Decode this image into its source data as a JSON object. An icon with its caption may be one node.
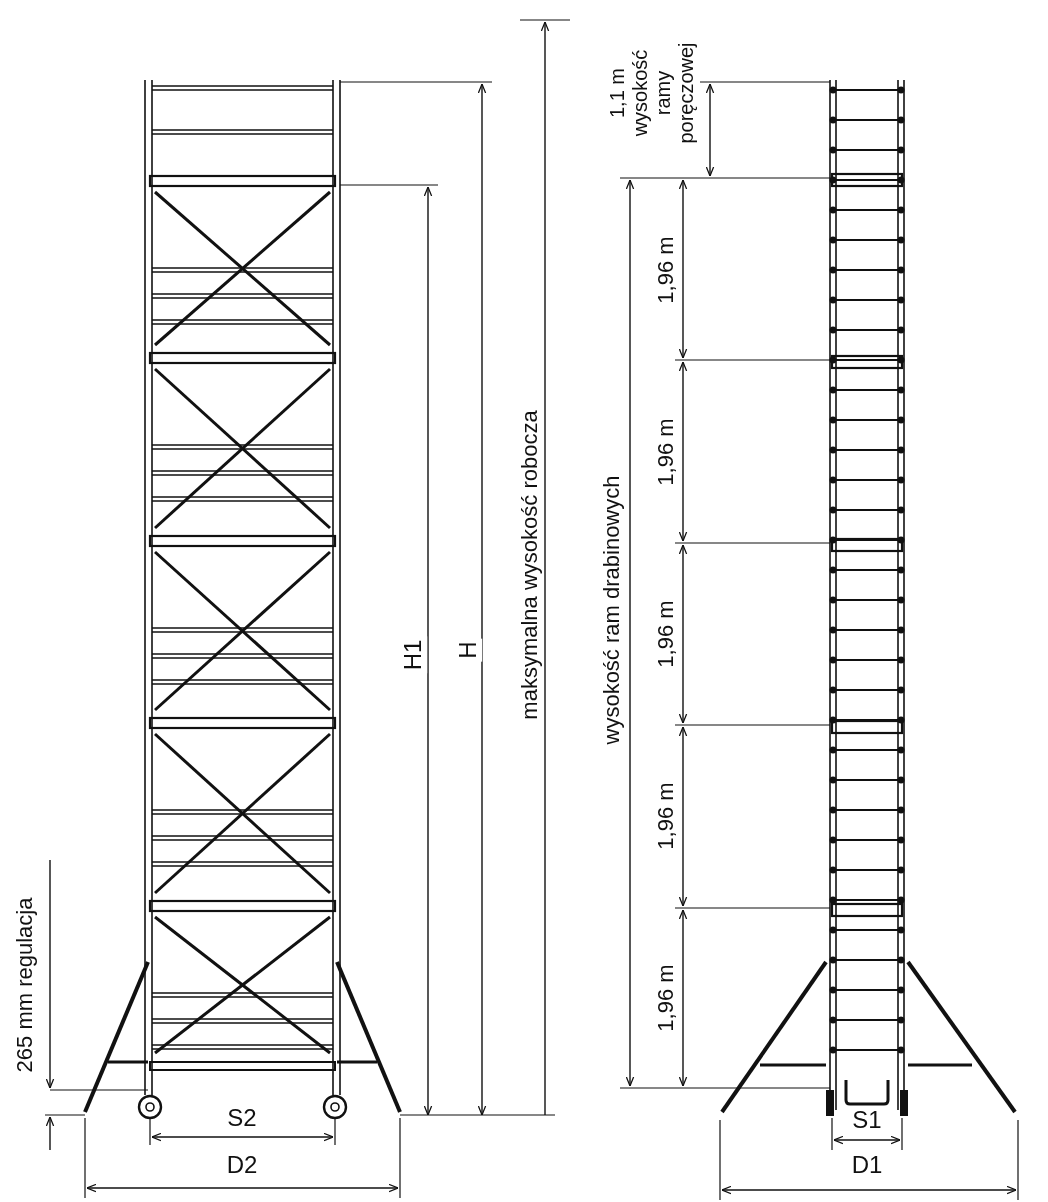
{
  "diagram": {
    "labels": [
      "maksymalna wysokość robocza",
      "H",
      "H1",
      "265 mm regulacja",
      "S2",
      "D2",
      "1,1 m wysokość ramy poręczowej",
      "wysokość ram drabinowych",
      "1,96 m",
      "1,96 m",
      "1,96 m",
      "1,96 m",
      "1,96 m",
      "S1",
      "D1"
    ]
  }
}
